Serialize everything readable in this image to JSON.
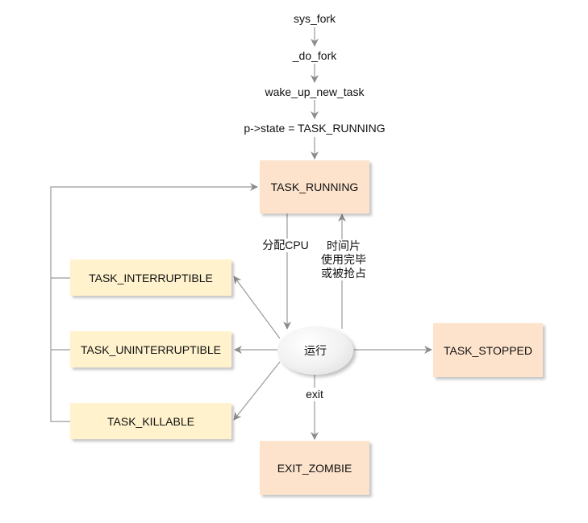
{
  "call_chain": {
    "sys_fork": "sys_fork",
    "do_fork": "_do_fork",
    "wake_up_new_task": "wake_up_new_task",
    "state_assign": "p->state = TASK_RUNNING"
  },
  "states": {
    "task_running": "TASK_RUNNING",
    "task_interruptible": "TASK_INTERRUPTIBLE",
    "task_uninterruptible": "TASK_UNINTERRUPTIBLE",
    "task_killable": "TASK_KILLABLE",
    "task_stopped": "TASK_STOPPED",
    "exit_zombie": "EXIT_ZOMBIE",
    "running_node": "运行"
  },
  "edge_labels": {
    "allocate_cpu": "分配CPU",
    "preempt_line1": "时间片",
    "preempt_line2": "使用完毕",
    "preempt_line3": "或被抢占",
    "exit": "exit"
  }
}
